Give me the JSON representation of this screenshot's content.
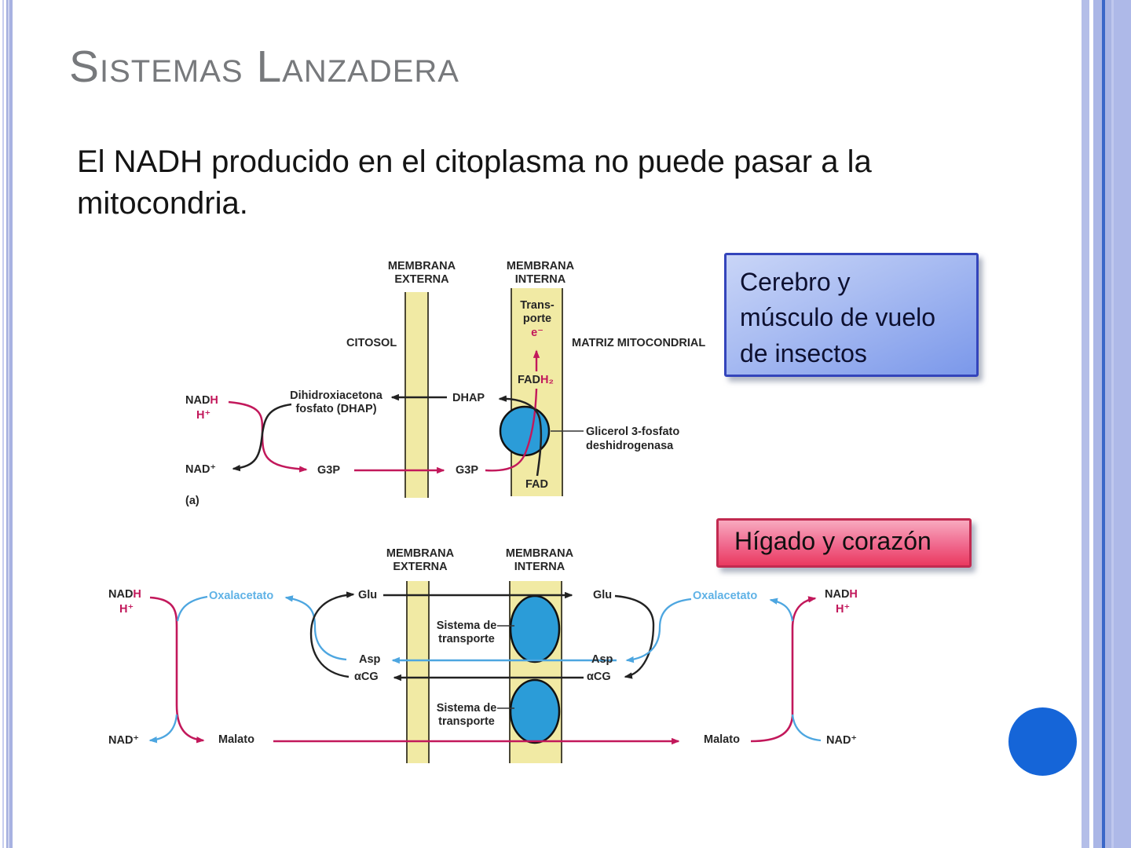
{
  "title": "Sistemas Lanzadera",
  "body": "El NADH producido en el citoplasma no puede pasar a la\nmitocondria.",
  "callouts": {
    "cerebro": "Cerebro y\nmúsculo de vuelo\nde insectos",
    "higado": "Hígado y corazón"
  },
  "labels": {
    "membrana_externa": "MEMBRANA\nEXTERNA",
    "membrana_interna": "MEMBRANA\nINTERNA",
    "citosol": "CITOSOL",
    "matriz": "MATRIZ MITOCONDRIAL",
    "transporte": "Trans-\nporte",
    "electron": "e⁻",
    "fad_prefix": "FAD",
    "fadh2_suffix": "H₂",
    "nad_prefix": "NAD",
    "h_red": "H",
    "h_plus": "H⁺",
    "nad_plus": "NAD⁺",
    "dihidroxiacetona": "Dihidroxiacetona\nfosfato (DHAP)",
    "dhap": "DHAP",
    "glicerol": "Glicerol 3-fosfato\ndeshidrogenasa",
    "g3p": "G3P",
    "fad": "FAD",
    "panel_a": "(a)",
    "oxalacetato": "Oxalacetato",
    "glu": "Glu",
    "asp": "Asp",
    "alfa_cg": "αCG",
    "sistema_transporte": "Sistema de\ntransporte",
    "malato": "Malato"
  },
  "colors": {
    "crimson": "#c2185b",
    "blue": "#4da6e0",
    "oxal": "#5fb2e6",
    "yellow": "#f1eaa4",
    "band-edge": "#2e2c22",
    "enzyme": "#2b9cd8",
    "label": "#262626",
    "title-gray": "#77797c",
    "callout-blue-border": "#3344bb",
    "callout-pink-border": "#c22a50",
    "circle-blue": "#1565d8"
  }
}
